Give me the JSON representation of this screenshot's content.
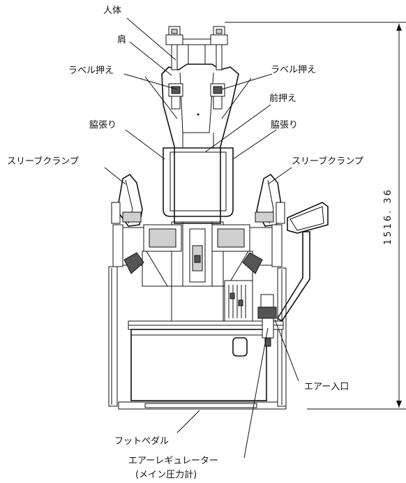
{
  "labels": {
    "body": "人体",
    "shoulder": "肩",
    "label_press_left": "ラベル押え",
    "label_press_right": "ラベル押え",
    "front_press": "前押え",
    "side_stretch_left": "脇張り",
    "side_stretch_right": "脇張り",
    "sleeve_clamp_left": "スリーブクランプ",
    "sleeve_clamp_right": "スリーブクランプ",
    "air_inlet": "エアー入口",
    "foot_pedal": "フットペダル",
    "air_regulator": "エアーレギュレーター",
    "pressure_gauge": "(メイン圧力計)"
  },
  "dimension": {
    "height": "1516. 36"
  }
}
